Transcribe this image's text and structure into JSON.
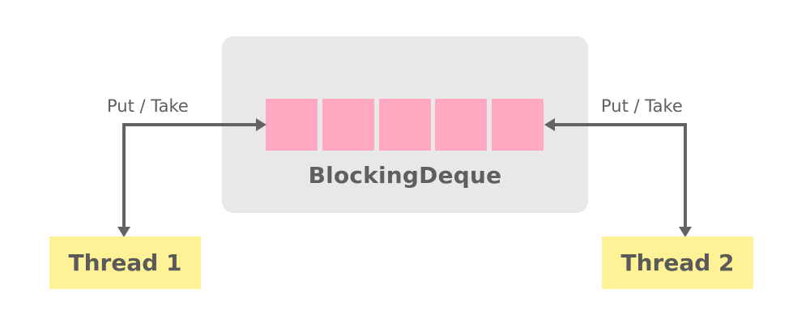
{
  "deque": {
    "label": "BlockingDeque",
    "cell_count": 5,
    "cell_color": "#ffaac2",
    "background_color": "#e8e8e8"
  },
  "left": {
    "operation_label": "Put / Take",
    "thread_label": "Thread 1"
  },
  "right": {
    "operation_label": "Put / Take",
    "thread_label": "Thread 2"
  },
  "colors": {
    "arrow": "#636363",
    "thread_box": "#fef196",
    "text": "#5f5f5f"
  }
}
